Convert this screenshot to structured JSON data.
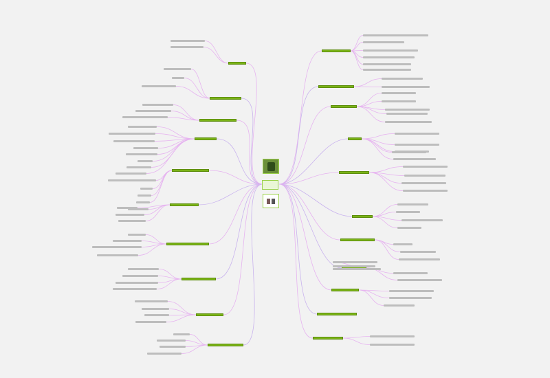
{
  "colors": {
    "background": "#f2f2f2",
    "node_fill": "#7ab317",
    "node_border": "#5d8d0d",
    "connector": "#e6b3f0",
    "connector_alt": "#c9b3ee",
    "leaf": "#bdbdbd"
  },
  "center": {
    "title": "",
    "top_image_icon": "plant-photo-icon",
    "bottom_image_icon": "figure-photo-icon"
  },
  "right_branches": [
    {
      "label": "",
      "leaves": 6,
      "leaf_text": [
        "",
        "",
        "",
        "",
        "",
        ""
      ]
    },
    {
      "label": "",
      "leaves": 2
    },
    {
      "label": "",
      "leaves": 5
    },
    {
      "label": "",
      "leaves": 5
    },
    {
      "label": "",
      "leaves": 4
    },
    {
      "label": "",
      "leaves": 4
    },
    {
      "label": "",
      "leaves": 3
    },
    {
      "label": "",
      "leaves": 5
    },
    {
      "label": "",
      "leaves": 3
    },
    {
      "label": "",
      "leaves": 0
    },
    {
      "label": "",
      "leaves": 2
    }
  ],
  "left_branches": [
    {
      "label": "",
      "leaves": 2
    },
    {
      "label": "",
      "leaves": 3
    },
    {
      "label": "",
      "leaves": 3
    },
    {
      "label": "",
      "leaves": 8
    },
    {
      "label": "",
      "leaves": 5
    },
    {
      "label": "",
      "leaves": 6
    },
    {
      "label": "",
      "leaves": 4
    },
    {
      "label": "",
      "leaves": 4
    },
    {
      "label": "",
      "leaves": 4
    },
    {
      "label": "",
      "leaves": 5
    }
  ]
}
